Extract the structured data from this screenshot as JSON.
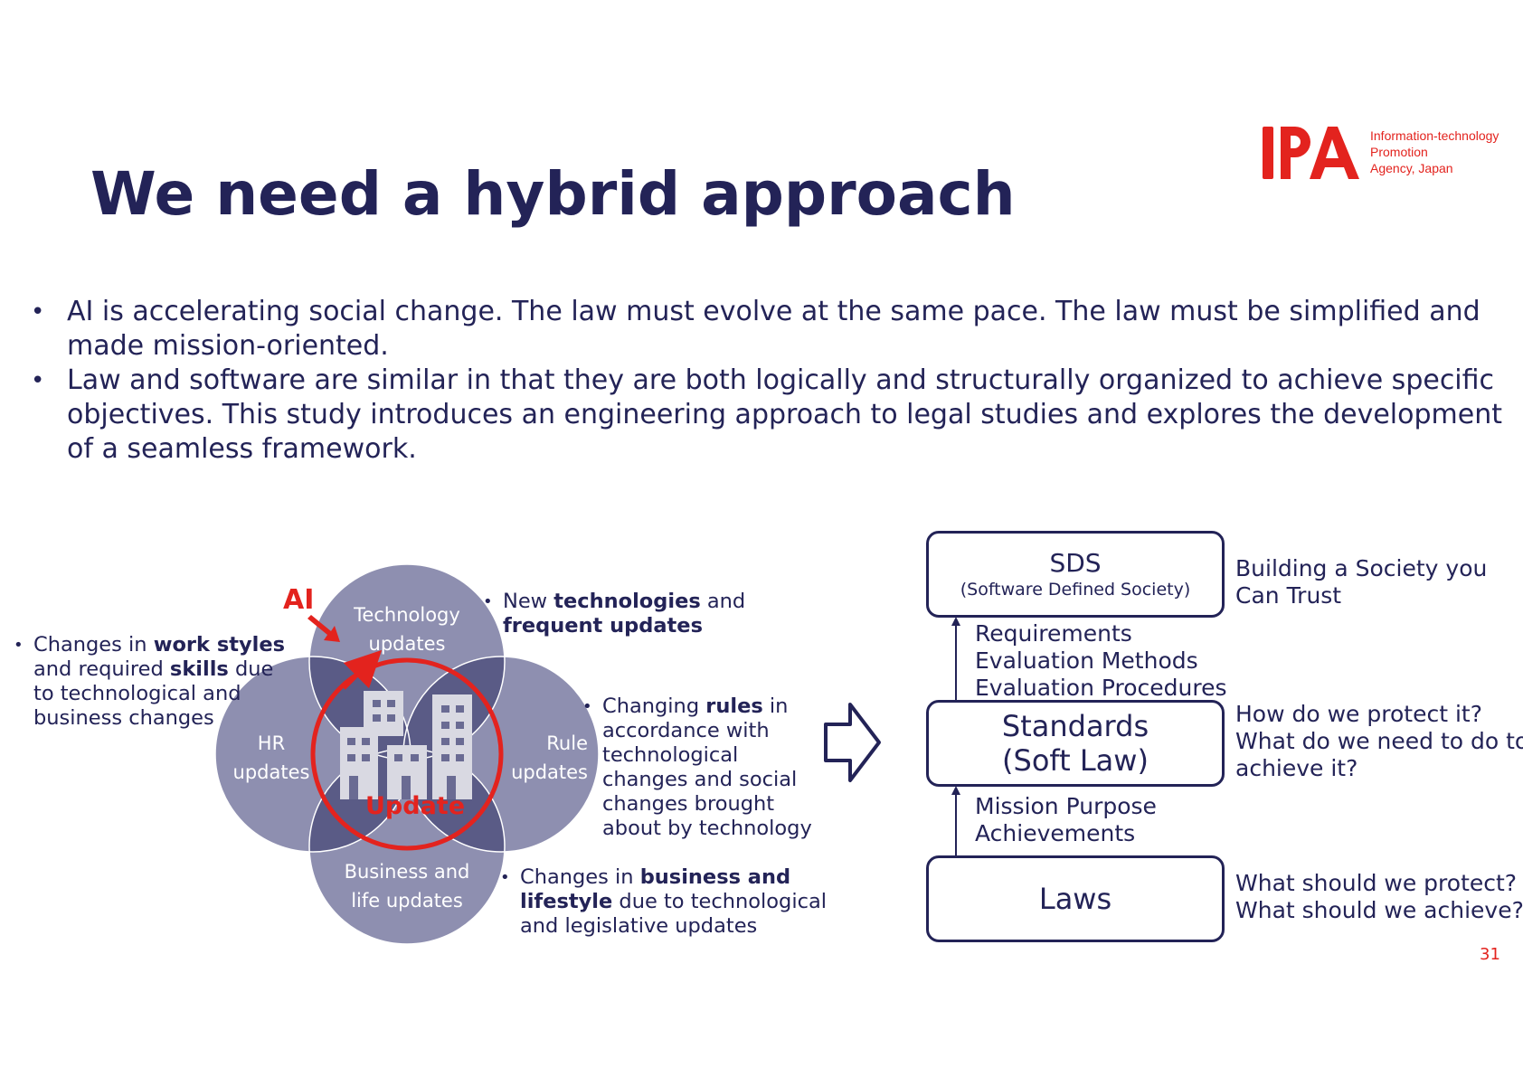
{
  "title": "We need a hybrid approach",
  "logo": {
    "mark": "IPA",
    "tagline": [
      "Information-technology",
      "Promotion",
      "Agency, Japan"
    ]
  },
  "bullets": [
    "AI is accelerating social change. The law must evolve at the same pace. The law must be simplified and made mission-oriented.",
    "Law and software are similar in that they are both logically and structurally organized to achieve specific objectives. This study introduces an engineering approach to legal studies and explores the development of a seamless framework."
  ],
  "venn": {
    "ai_label": "AI",
    "update_label": "Update",
    "circles": {
      "top": [
        "Technology",
        "updates"
      ],
      "left": [
        "HR",
        "updates"
      ],
      "right": [
        "Rule",
        "updates"
      ],
      "bottom": [
        "Business and",
        "life updates"
      ]
    },
    "notes": {
      "top": [
        {
          "t": "New ",
          "b": false
        },
        {
          "t": "technologies",
          "b": true
        },
        {
          "t": " and",
          "b": false
        },
        {
          "br": true
        },
        {
          "t": "frequent updates",
          "b": true
        }
      ],
      "left": [
        {
          "t": "Changes in ",
          "b": false
        },
        {
          "t": "work styles",
          "b": true
        },
        {
          "br": true
        },
        {
          "t": "and required ",
          "b": false
        },
        {
          "t": "skills",
          "b": true
        },
        {
          "t": " due",
          "b": false
        },
        {
          "br": true
        },
        {
          "t": "to technological and",
          "b": false
        },
        {
          "br": true
        },
        {
          "t": "business changes",
          "b": false
        }
      ],
      "right": [
        {
          "t": "Changing ",
          "b": false
        },
        {
          "t": "rules",
          "b": true
        },
        {
          "t": " in",
          "b": false
        },
        {
          "br": true
        },
        {
          "t": "accordance with",
          "b": false
        },
        {
          "br": true
        },
        {
          "t": "technological",
          "b": false
        },
        {
          "br": true
        },
        {
          "t": "changes and social",
          "b": false
        },
        {
          "br": true
        },
        {
          "t": "changes brought",
          "b": false
        },
        {
          "br": true
        },
        {
          "t": "about by technology",
          "b": false
        }
      ],
      "bottom": [
        {
          "t": "Changes in ",
          "b": false
        },
        {
          "t": "business and",
          "b": true
        },
        {
          "br": true
        },
        {
          "t": "lifestyle",
          "b": true
        },
        {
          "t": " due to technological",
          "b": false
        },
        {
          "br": true
        },
        {
          "t": "and legislative updates",
          "b": false
        }
      ]
    }
  },
  "framework": {
    "sds": {
      "title": "SDS",
      "subtitle": "(Software Defined Society)",
      "side": [
        "Building a Society you",
        "Can Trust"
      ]
    },
    "req": [
      "Requirements",
      "Evaluation Methods",
      "Evaluation Procedures"
    ],
    "standards": {
      "title": [
        "Standards",
        "(Soft Law)"
      ],
      "side": [
        "How do we protect it?",
        "What do we need to do to",
        "achieve it?"
      ]
    },
    "mission": [
      "Mission Purpose",
      "Achievements"
    ],
    "laws": {
      "title": "Laws",
      "side": [
        "What should we protect?",
        "What should we achieve?"
      ]
    }
  },
  "page_number": "31",
  "colors": {
    "navy": "#232357",
    "red": "#e3231e",
    "circle": "#8e8fb0",
    "overlap": "#5a5b86"
  }
}
